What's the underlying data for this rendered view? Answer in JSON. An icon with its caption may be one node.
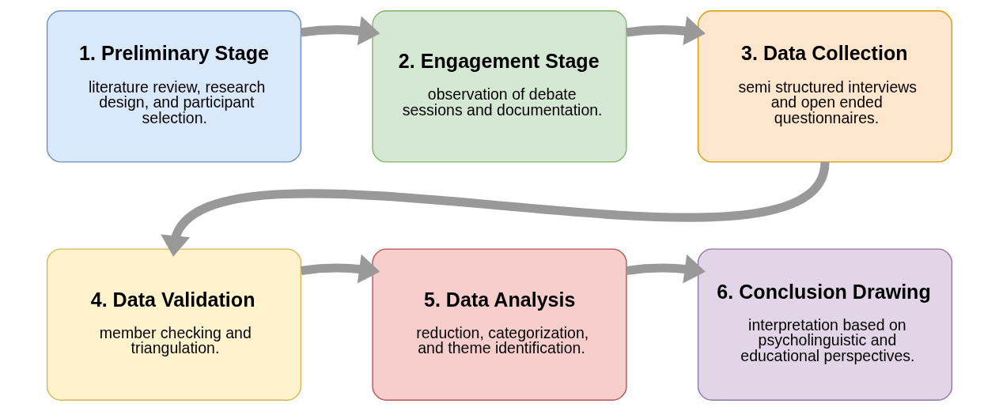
{
  "diagram": {
    "nodes": [
      {
        "text": [
          "1. Preliminary Stage",
          "literature review, research design, and participant selection."
        ]
      },
      {
        "text": [
          "2. Engagement Stage",
          "observation of debate sessions and documentation."
        ]
      },
      {
        "text": [
          "3. Data Collection",
          "semi structured interviews and open ended questionnaires."
        ]
      },
      {
        "text": [
          "4. Data Validation",
          "member checking and triangulation."
        ]
      },
      {
        "text": [
          "5. Data Analysis",
          "reduction, categorization, and theme identification."
        ]
      },
      {
        "text": [
          "6. Conclusion Drawing",
          "interpretation based on psycholinguistic and educational perspectives."
        ]
      }
    ],
    "edges": [
      {
        "from": 0,
        "to": 1,
        "arrow": "to"
      },
      {
        "from": 1,
        "to": 2,
        "arrow": "to"
      },
      {
        "from": 2,
        "to": 3,
        "arrow": "to"
      },
      {
        "from": 3,
        "to": 4,
        "arrow": "to"
      },
      {
        "from": 4,
        "to": 5,
        "arrow": "to"
      }
    ]
  }
}
